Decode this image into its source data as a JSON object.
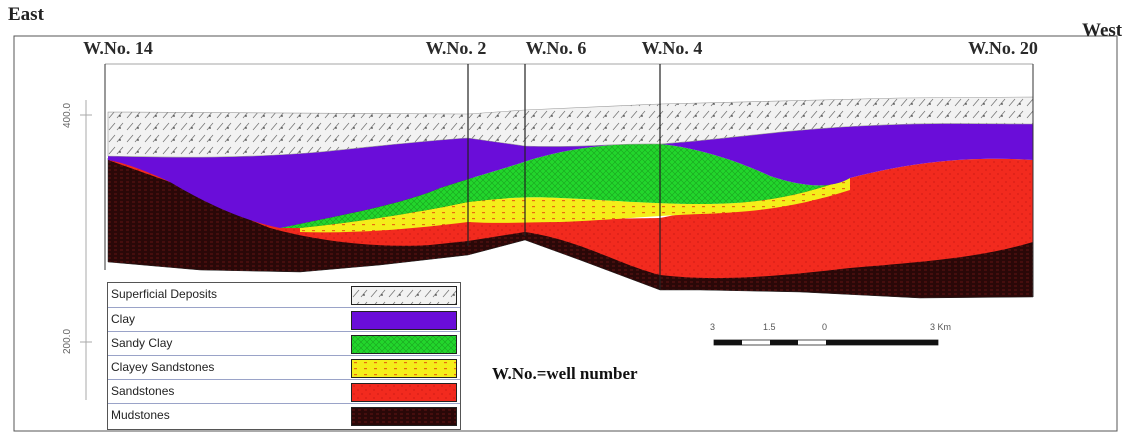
{
  "directions": {
    "left": "East",
    "right": "West"
  },
  "wells": [
    {
      "label": "W.No. 14"
    },
    {
      "label": "W.No. 2"
    },
    {
      "label": "W.No. 6"
    },
    {
      "label": "W.No. 4"
    },
    {
      "label": "W.No. 20"
    }
  ],
  "axis": {
    "ticks": [
      "400.0",
      "200.0"
    ]
  },
  "legend": [
    {
      "label": "Superficial Deposits",
      "color": "#e8e8e8"
    },
    {
      "label": "Clay",
      "color": "#6a0dd9"
    },
    {
      "label": "Sandy Clay",
      "color": "#22d62c"
    },
    {
      "label": "Clayey Sandstones",
      "color": "#f4ee1a"
    },
    {
      "label": "Sandstones",
      "color": "#f22a1e"
    },
    {
      "label": "Mudstones",
      "color": "#2a0a0a"
    }
  ],
  "scale_bar": {
    "labels": [
      "3",
      "1.5",
      "0",
      "3 Km"
    ]
  },
  "note": "W.No.=well number"
}
